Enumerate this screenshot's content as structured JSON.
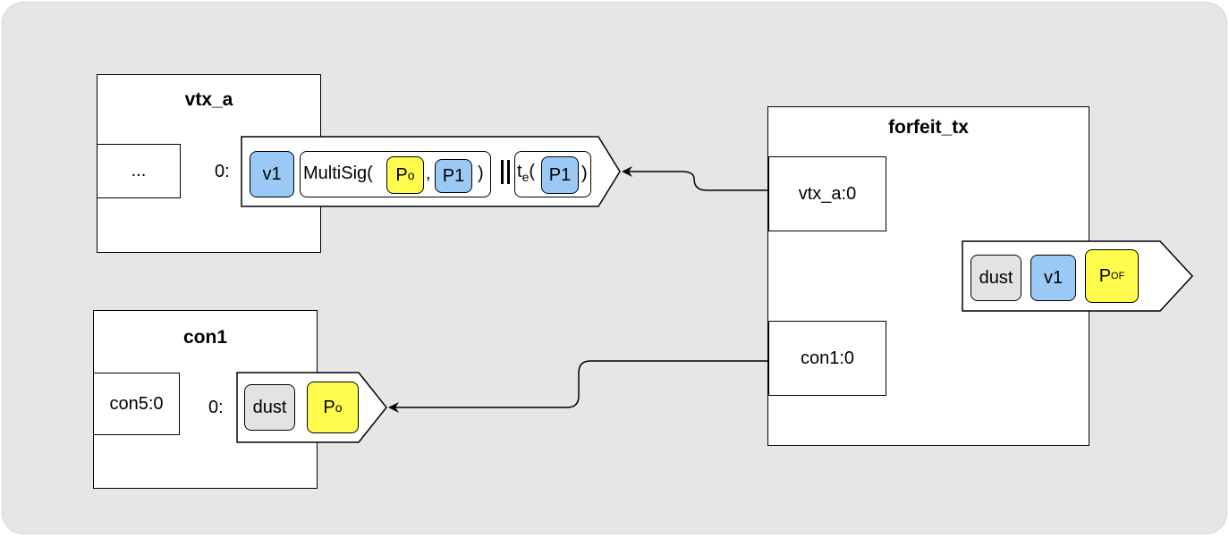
{
  "transactions": {
    "vtx_a": {
      "title": "vtx_a",
      "input": "...",
      "output_index": "0:"
    },
    "con1": {
      "title": "con1",
      "input": "con5:0",
      "output_index": "0:"
    },
    "forfeit_tx": {
      "title": "forfeit_tx",
      "inputs": [
        "vtx_a:0",
        "con1:0"
      ]
    }
  },
  "vtx_a_output": {
    "amount": "v1",
    "multisig_fn": "MultiSig(",
    "key_o": "P",
    "key_o_sub": "o",
    "comma": ",",
    "key_1": "P1",
    "close1": ")",
    "timelock_t": "t",
    "timelock_sub": "e",
    "timelock_open": "(",
    "timelock_key": "P1",
    "close2": ")"
  },
  "con1_output": {
    "amount": "dust",
    "key": "P",
    "key_sub": "o"
  },
  "forfeit_output": {
    "amount": "dust",
    "value": "v1",
    "key": "P",
    "key_sub": "OF"
  },
  "colors": {
    "key_blue": "#99c9f4",
    "key_yellow": "#fffb4c",
    "dust_grey": "#e3e3e3",
    "background": "#e6e6e6"
  },
  "icons": [
    "arrowhead"
  ]
}
